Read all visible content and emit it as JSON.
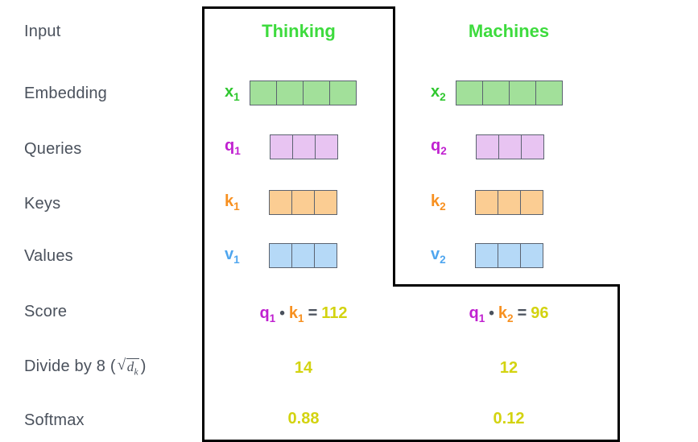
{
  "figure": {
    "title_words": [
      {
        "label": "Thinking",
        "color": "#3ddb3d"
      },
      {
        "label": "Machines",
        "color": "#3ddb3d"
      }
    ],
    "colors": {
      "label_text": "#4a515c",
      "green_text": "#2fc72f",
      "green_fill": "#a2e09a",
      "purple_text": "#c020d0",
      "purple_fill": "#e8c4f2",
      "orange_text": "#f79020",
      "orange_fill": "#fbcd93",
      "blue_text": "#4fa6ef",
      "blue_fill": "#b5d9f7",
      "yellow_text": "#d3d310",
      "cell_border": "#5b6370",
      "outline": "#000000"
    },
    "rows": [
      {
        "name": "input",
        "label": "Input"
      },
      {
        "name": "embedding",
        "label": "Embedding"
      },
      {
        "name": "queries",
        "label": "Queries"
      },
      {
        "name": "keys",
        "label": "Keys"
      },
      {
        "name": "values",
        "label": "Values"
      },
      {
        "name": "score",
        "label": "Score"
      },
      {
        "name": "divide",
        "label": "Divide by 8 (",
        "math_radicand": "d",
        "math_sub": "k",
        "label_tail": ")"
      },
      {
        "name": "softmax",
        "label": "Softmax"
      }
    ],
    "vectors": [
      {
        "row": "embedding",
        "col": 1,
        "symbol": "x",
        "sub": "1",
        "cells": 4,
        "color": "#2fc72f",
        "fill": "#a2e09a"
      },
      {
        "row": "embedding",
        "col": 2,
        "symbol": "x",
        "sub": "2",
        "cells": 4,
        "color": "#2fc72f",
        "fill": "#a2e09a"
      },
      {
        "row": "queries",
        "col": 1,
        "symbol": "q",
        "sub": "1",
        "cells": 3,
        "color": "#c020d0",
        "fill": "#e8c4f2"
      },
      {
        "row": "queries",
        "col": 2,
        "symbol": "q",
        "sub": "2",
        "cells": 3,
        "color": "#c020d0",
        "fill": "#e8c4f2"
      },
      {
        "row": "keys",
        "col": 1,
        "symbol": "k",
        "sub": "1",
        "cells": 3,
        "color": "#f79020",
        "fill": "#fbcd93"
      },
      {
        "row": "keys",
        "col": 2,
        "symbol": "k",
        "sub": "2",
        "cells": 3,
        "color": "#f79020",
        "fill": "#fbcd93"
      },
      {
        "row": "values",
        "col": 1,
        "symbol": "v",
        "sub": "1",
        "cells": 3,
        "color": "#4fa6ef",
        "fill": "#b5d9f7"
      },
      {
        "row": "values",
        "col": 2,
        "symbol": "v",
        "sub": "2",
        "cells": 3,
        "color": "#4fa6ef",
        "fill": "#b5d9f7"
      }
    ],
    "score_row": {
      "col1": {
        "q": "q",
        "q_sub": "1",
        "dot": "•",
        "k": "k",
        "k_sub": "1",
        "eq": "=",
        "value": "112"
      },
      "col2": {
        "q": "q",
        "q_sub": "1",
        "dot": "•",
        "k": "k",
        "k_sub": "2",
        "eq": "=",
        "value": "96"
      }
    },
    "divide_row": {
      "col1": "14",
      "col2": "12"
    },
    "softmax_row": {
      "col1": "0.88",
      "col2": "0.12"
    }
  }
}
